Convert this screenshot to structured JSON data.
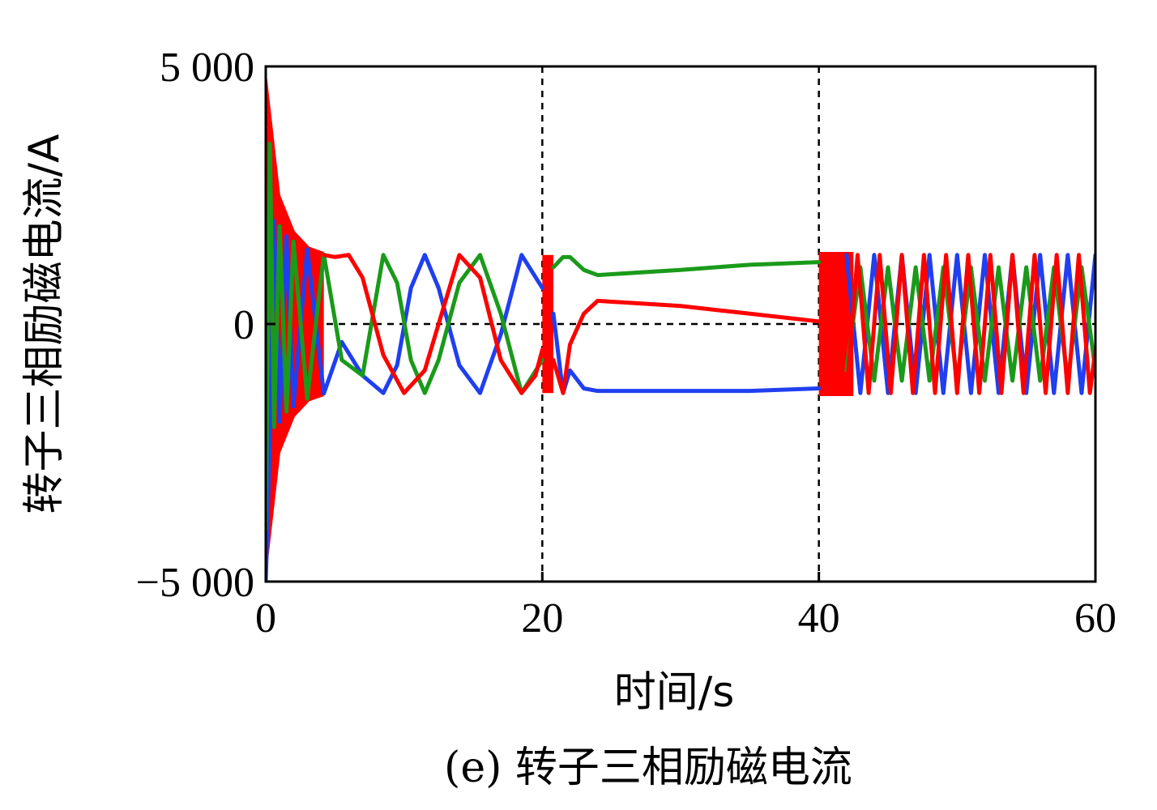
{
  "chart_data": {
    "type": "line",
    "title": "",
    "caption": "(e) 转子三相励磁电流",
    "xlabel": "时间/s",
    "ylabel": "转子三相励磁电流/A",
    "xlim": [
      0,
      60
    ],
    "ylim": [
      -5000,
      5000
    ],
    "x_ticks": [
      0,
      20,
      40,
      60
    ],
    "x_tick_labels": [
      "0",
      "20",
      "40",
      "60"
    ],
    "y_ticks": [
      -5000,
      0,
      5000
    ],
    "y_tick_labels": [
      "−5 000",
      "0",
      "5 000"
    ],
    "grid": "dashed",
    "legend": "none",
    "series": [
      {
        "color": "#1f3ff0",
        "segments": [
          {
            "x": [
              0,
              0.3,
              0.6,
              1,
              1.5,
              2,
              3,
              4.2,
              5.5,
              7,
              8.5,
              9.5,
              10.5,
              11.5,
              12.5,
              14,
              15.5,
              17,
              18.5,
              20
            ],
            "y": [
              -5000,
              -2200,
              2000,
              -1900,
              1700,
              -1600,
              1450,
              -1350,
              -350,
              -1000,
              -1340,
              -800,
              700,
              1340,
              700,
              -800,
              -1340,
              -200,
              1340,
              700
            ]
          },
          {
            "x": [
              20.8,
              21.5,
              22,
              23,
              24,
              30,
              35,
              40
            ],
            "y": [
              200,
              -1340,
              -900,
              -1250,
              -1300,
              -1300,
              -1300,
              -1250
            ]
          },
          {
            "x": [
              42,
              43,
              44,
              45,
              46,
              47,
              48,
              49,
              50,
              51,
              52,
              53,
              54,
              55,
              56,
              57,
              58,
              59,
              60
            ],
            "y": [
              1340,
              -1340,
              1340,
              -1340,
              1340,
              -1340,
              1340,
              -1340,
              1340,
              -1340,
              1340,
              -1340,
              1340,
              -1340,
              1340,
              -1340,
              1340,
              -1340,
              1340
            ]
          }
        ]
      },
      {
        "color": "#1a9a1a",
        "segments": [
          {
            "x": [
              0,
              0.3,
              0.6,
              1,
              1.5,
              2,
              3,
              4.2,
              5.5,
              7,
              8.5,
              9.5,
              10.5,
              11.5,
              12.5,
              14,
              15.5,
              17,
              18.5,
              20
            ],
            "y": [
              -4000,
              3500,
              -2000,
              1900,
              -1700,
              1600,
              -1450,
              1350,
              -700,
              -1000,
              1340,
              800,
              -700,
              -1340,
              -700,
              800,
              1340,
              200,
              -1340,
              -700
            ]
          },
          {
            "x": [
              20.8,
              21.5,
              22,
              23,
              24,
              30,
              35,
              40
            ],
            "y": [
              1100,
              1300,
              1300,
              1050,
              950,
              1050,
              1150,
              1200
            ]
          },
          {
            "x": [
              42,
              43,
              44,
              45,
              46,
              47,
              48,
              49,
              50,
              51,
              52,
              53,
              54,
              55,
              56,
              57,
              58,
              59,
              60
            ],
            "y": [
              -900,
              1100,
              -1100,
              1100,
              -1100,
              1100,
              -1100,
              1100,
              -1100,
              1100,
              -1100,
              1100,
              -1100,
              1100,
              -1100,
              1100,
              -1100,
              1100,
              -900
            ]
          }
        ]
      },
      {
        "color": "#ff0000",
        "segments": [
          {
            "x": [
              4.2,
              5,
              6,
              7,
              8.5,
              10,
              11.5,
              12.5,
              14,
              15.5,
              17,
              18.5,
              19.5,
              20
            ],
            "y": [
              1340,
              1300,
              1340,
              900,
              -600,
              -1340,
              -900,
              0,
              1340,
              900,
              -700,
              -1340,
              -1000,
              -500
            ]
          },
          {
            "x": [
              20.8,
              21.5,
              22,
              23,
              24,
              30,
              35,
              40
            ],
            "y": [
              -700,
              -1340,
              -400,
              200,
              450,
              350,
              200,
              50
            ]
          },
          {
            "x": [
              42,
              42.8,
              43.6,
              44.4,
              45.2,
              46,
              46.8,
              47.6,
              48.4,
              49.2,
              50,
              50.8,
              51.6,
              52.4,
              53.2,
              54,
              54.8,
              55.6,
              56.4,
              57.2,
              58,
              58.8,
              59.6,
              60
            ],
            "y": [
              -1340,
              1340,
              -1340,
              1340,
              -1340,
              1340,
              -1340,
              1340,
              -1340,
              1340,
              -1340,
              1340,
              -1340,
              1340,
              -1340,
              1340,
              -1340,
              1340,
              -1340,
              1340,
              -1340,
              1340,
              -1340,
              -500
            ]
          }
        ]
      }
    ],
    "bands": [
      {
        "color": "#ff0000",
        "x_range": [
          0,
          4.2
        ],
        "y_max": [
          5000,
          2500,
          1800,
          1500,
          1400
        ],
        "y_min": [
          -5000,
          -2500,
          -1800,
          -1500,
          -1400
        ]
      },
      {
        "color": "#ff0000",
        "x_range": [
          20,
          20.8
        ],
        "y_max": [
          1340,
          1340
        ],
        "y_min": [
          -1340,
          -1340
        ]
      },
      {
        "color": "#ff0000",
        "x_range": [
          40,
          42.5
        ],
        "y_max": [
          1400,
          1400
        ],
        "y_min": [
          -1400,
          -1400
        ]
      }
    ]
  }
}
